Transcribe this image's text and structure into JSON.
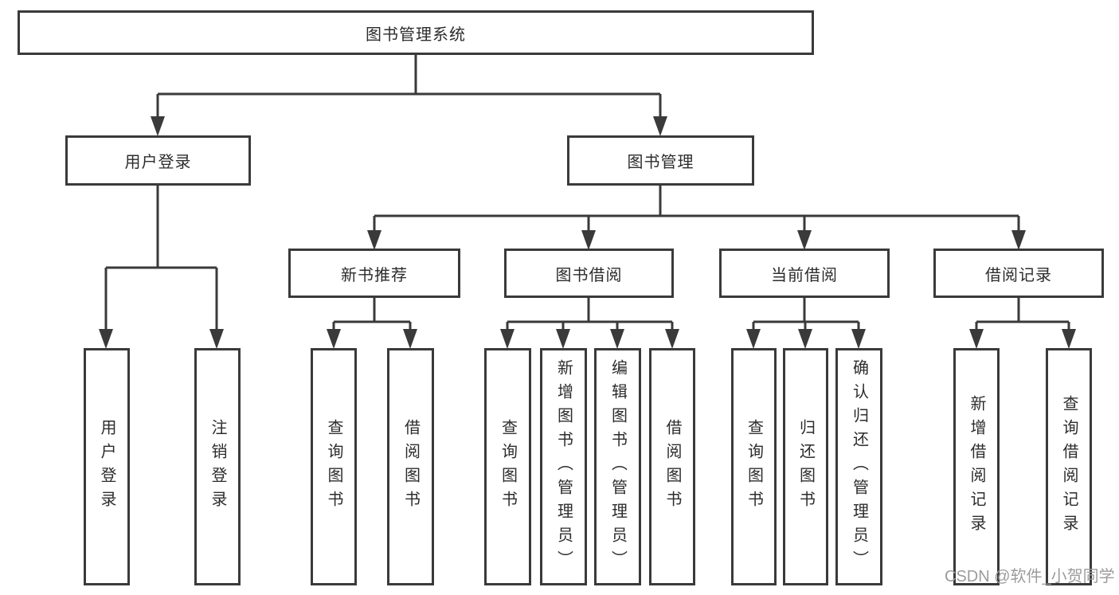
{
  "diagram": {
    "title": "图书管理系统",
    "level1": [
      {
        "label": "用户登录",
        "children": [
          {
            "label": "用户登录"
          },
          {
            "label": "注销登录"
          }
        ]
      },
      {
        "label": "图书管理",
        "children": [
          {
            "label": "新书推荐",
            "children": [
              {
                "label": "查询图书"
              },
              {
                "label": "借阅图书"
              }
            ]
          },
          {
            "label": "图书借阅",
            "children": [
              {
                "label": "查询图书"
              },
              {
                "label": "新增图书（管理员）"
              },
              {
                "label": "编辑图书（管理员）"
              },
              {
                "label": "借阅图书"
              }
            ]
          },
          {
            "label": "当前借阅",
            "children": [
              {
                "label": "查询图书"
              },
              {
                "label": "归还图书"
              },
              {
                "label": "确认归还（管理员）"
              }
            ]
          },
          {
            "label": "借阅记录",
            "children": [
              {
                "label": "新增借阅记录"
              },
              {
                "label": "查询借阅记录"
              }
            ]
          }
        ]
      }
    ]
  },
  "watermark": "CSDN @软件_小贺同学",
  "colors": {
    "line": "#3a3a3a",
    "text": "#2c2c2c",
    "background": "#ffffff",
    "watermark": "#9c9c9c"
  }
}
